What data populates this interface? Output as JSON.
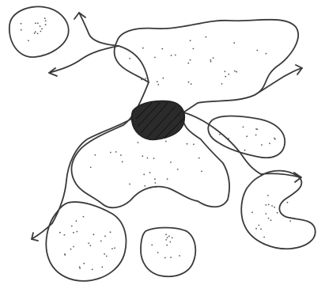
{
  "colors": {
    "background": "#ffffff",
    "ink": "#3a3a3a",
    "core_fill": "#2b2b2b"
  },
  "regions": [
    {
      "id": "region-top-left",
      "stippled": true
    },
    {
      "id": "region-large-center",
      "stippled": true
    },
    {
      "id": "region-right-small",
      "stippled": true
    },
    {
      "id": "region-right-bottom",
      "stippled": true
    },
    {
      "id": "region-bottom-left",
      "stippled": true
    },
    {
      "id": "region-bottom-center",
      "stippled": true
    }
  ],
  "core": {
    "id": "dark-core",
    "hatched": true
  },
  "arrows": [
    {
      "id": "arrow-top"
    },
    {
      "id": "arrow-left-upper"
    },
    {
      "id": "arrow-right-upper"
    },
    {
      "id": "arrow-right-lower"
    },
    {
      "id": "arrow-bottom-left"
    }
  ]
}
